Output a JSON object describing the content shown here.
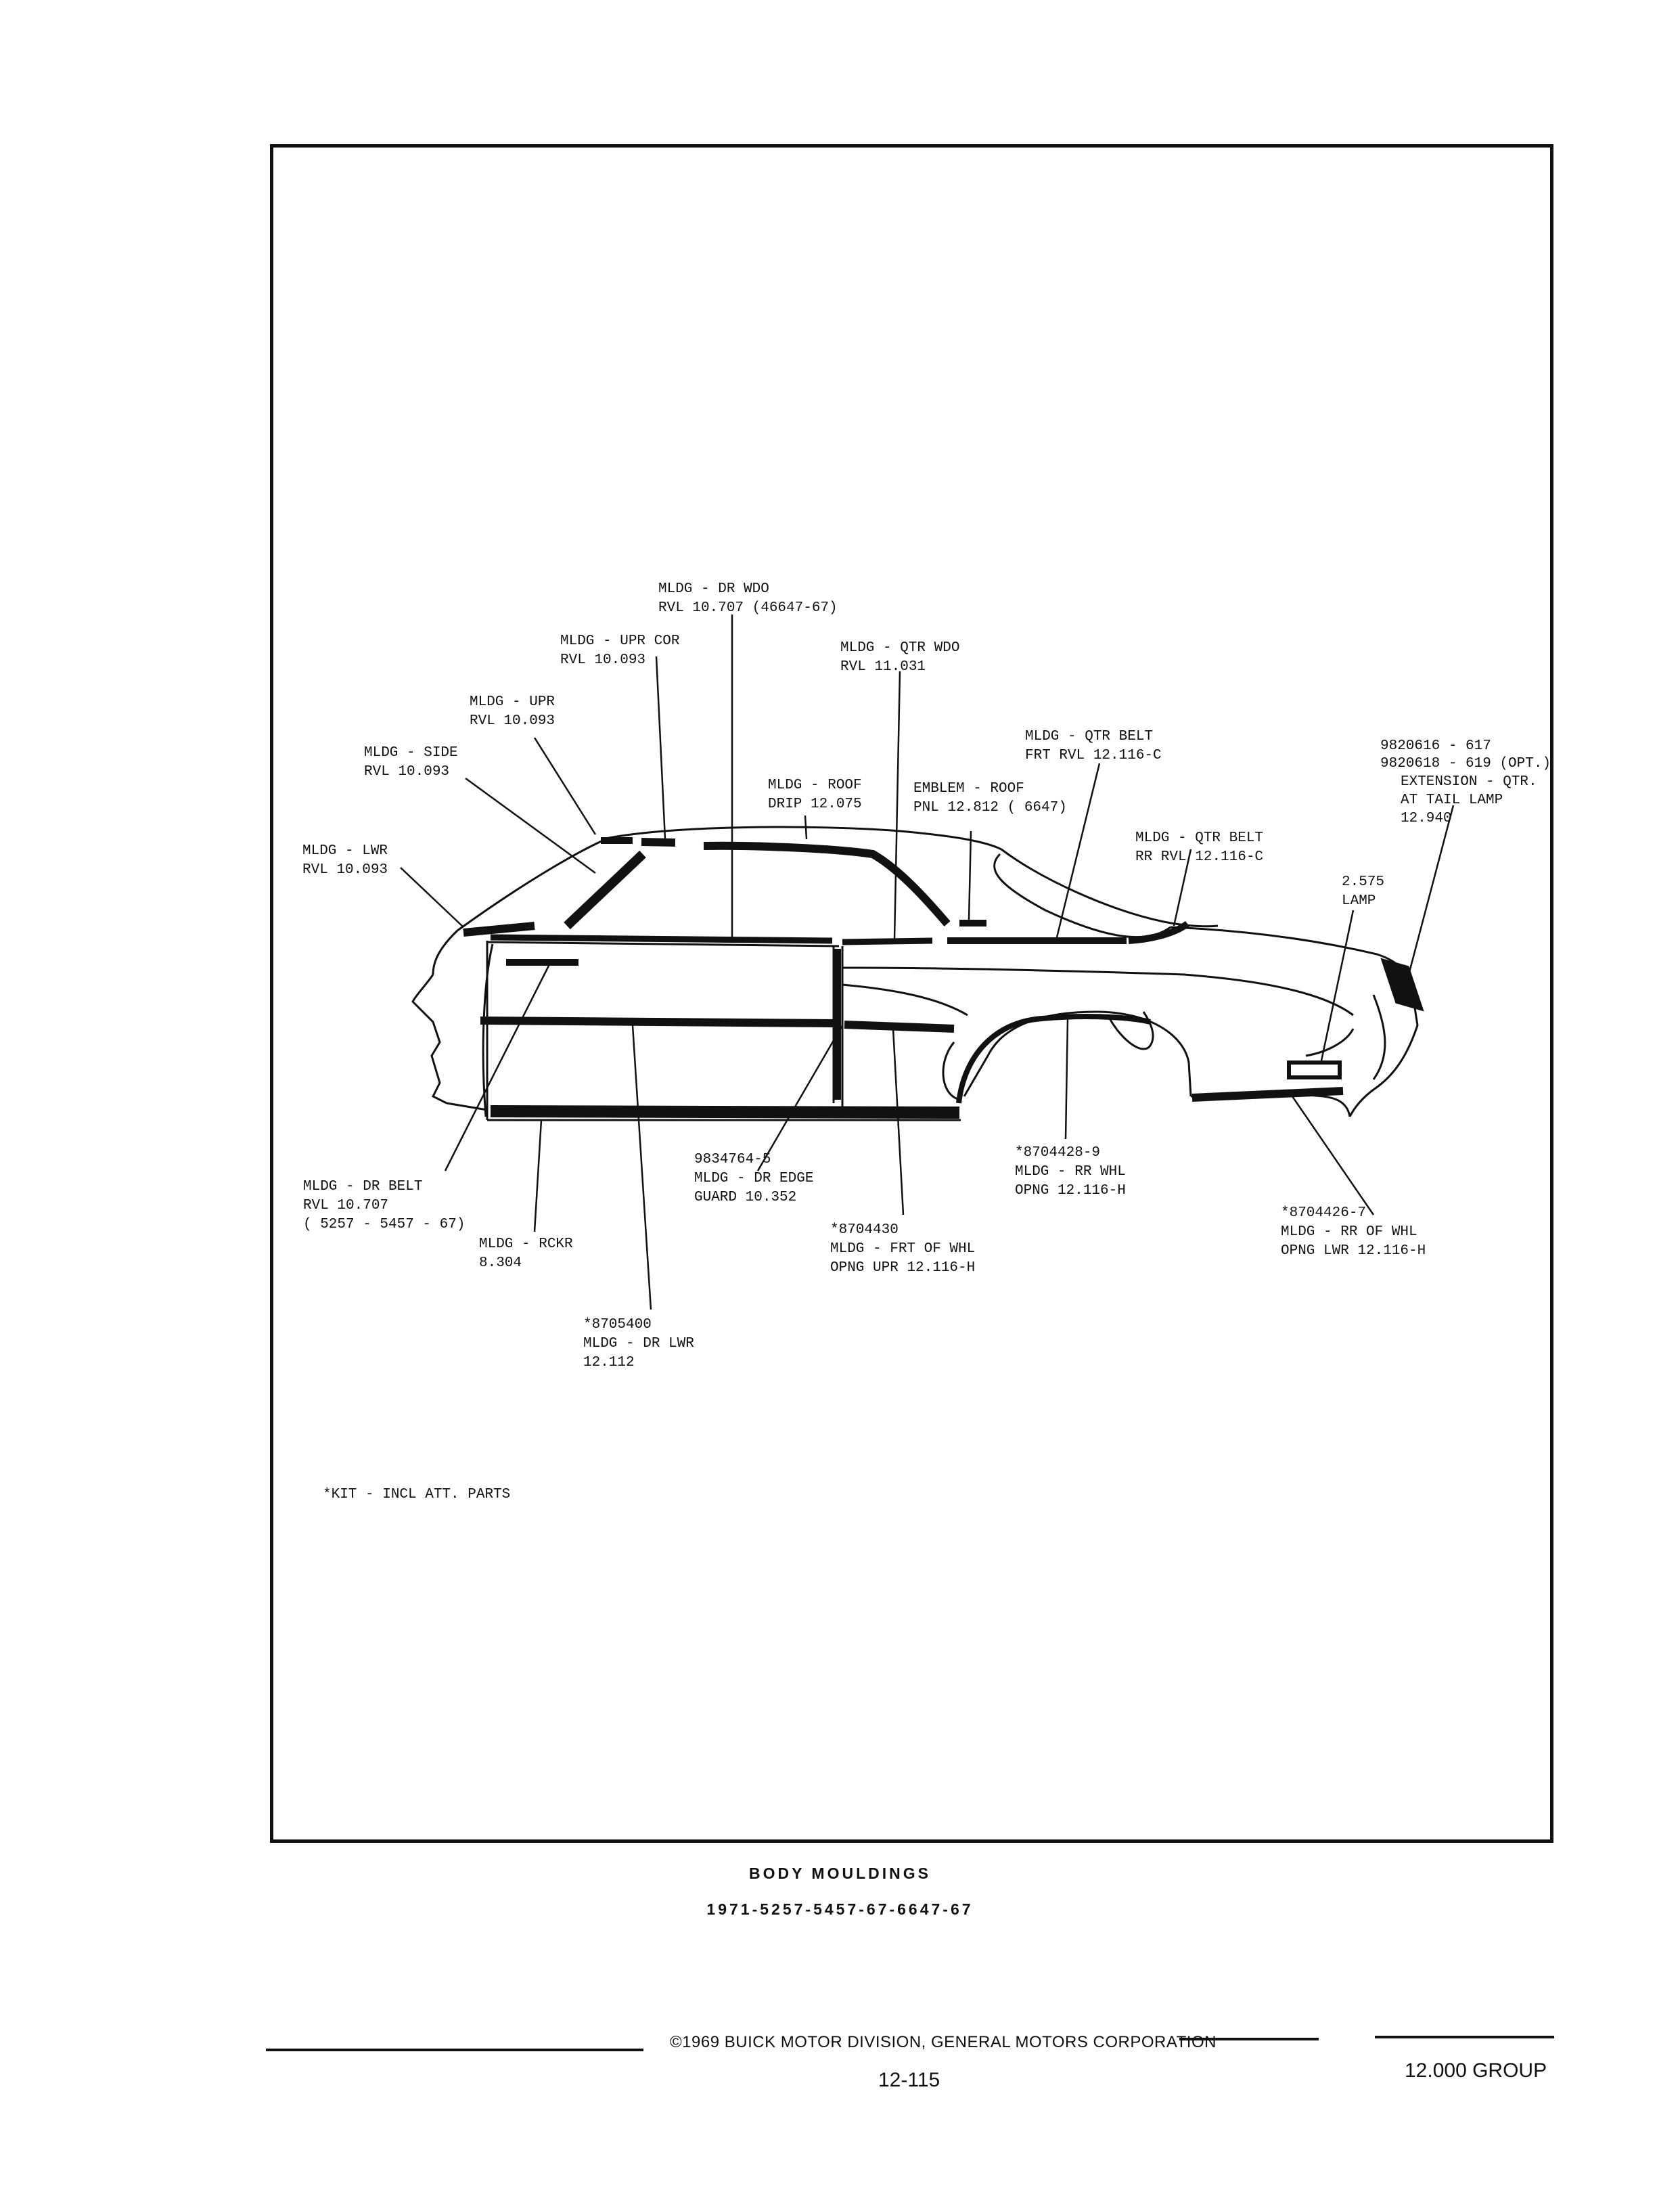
{
  "callouts": [
    {
      "id": "dr-wdo",
      "lines": [
        "MLDG - DR WDO",
        "RVL 10.707 (46647-67)"
      ]
    },
    {
      "id": "upr-cor",
      "lines": [
        "MLDG - UPR COR",
        "RVL 10.093"
      ]
    },
    {
      "id": "qtr-wdo",
      "lines": [
        "MLDG - QTR WDO",
        "RVL  11.031"
      ]
    },
    {
      "id": "upr",
      "lines": [
        "MLDG - UPR",
        "RVL 10.093"
      ]
    },
    {
      "id": "side",
      "lines": [
        "MLDG - SIDE",
        "RVL 10.093"
      ]
    },
    {
      "id": "qtr-belt-frt",
      "lines": [
        "MLDG - QTR BELT",
        "FRT RVL 12.116-C"
      ]
    },
    {
      "id": "extension",
      "lines": [
        "9820616 - 617",
        "9820618 - 619 (OPT.)",
        "EXTENSION - QTR.",
        "AT TAIL LAMP",
        "12.940"
      ]
    },
    {
      "id": "roof-drip",
      "lines": [
        "MLDG - ROOF",
        "DRIP 12.075"
      ]
    },
    {
      "id": "emblem",
      "lines": [
        "EMBLEM - ROOF",
        "PNL 12.812 ( 6647)"
      ]
    },
    {
      "id": "lwr",
      "lines": [
        "MLDG - LWR",
        "RVL 10.093"
      ]
    },
    {
      "id": "qtr-belt-rr",
      "lines": [
        "MLDG - QTR BELT",
        "RR RVL 12.116-C"
      ]
    },
    {
      "id": "lamp",
      "lines": [
        "2.575",
        "LAMP"
      ]
    },
    {
      "id": "dr-belt",
      "lines": [
        "MLDG - DR BELT",
        "RVL 10.707",
        "( 5257 -  5457 - 67)"
      ]
    },
    {
      "id": "rckr",
      "lines": [
        "MLDG - RCKR",
        "8.304"
      ]
    },
    {
      "id": "dr-edge",
      "lines": [
        "9834764-5",
        "MLDG - DR EDGE",
        "GUARD 10.352"
      ]
    },
    {
      "id": "frt-whl",
      "lines": [
        "*8704430",
        "MLDG - FRT OF WHL",
        "OPNG UPR 12.116-H"
      ]
    },
    {
      "id": "rr-whl",
      "lines": [
        "*8704428-9",
        "MLDG - RR WHL",
        "OPNG 12.116-H"
      ]
    },
    {
      "id": "rr-of-whl",
      "lines": [
        "*8704426-7",
        "MLDG - RR OF WHL",
        "OPNG LWR 12.116-H"
      ]
    },
    {
      "id": "dr-lwr",
      "lines": [
        "*8705400",
        "MLDG - DR LWR",
        "12.112"
      ]
    }
  ],
  "kit_note": "*KIT - INCL ATT. PARTS",
  "caption": {
    "title": "BODY MOULDINGS",
    "models": "1971-5257-5457-67-6647-67"
  },
  "footer": {
    "copyright": "©1969 BUICK MOTOR DIVISION, GENERAL MOTORS CORPORATION",
    "page_number": "12-115",
    "group": "12.000 GROUP"
  }
}
